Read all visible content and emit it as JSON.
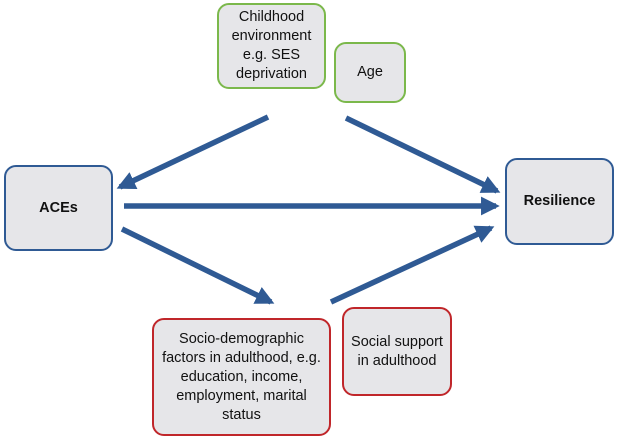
{
  "diagram": {
    "nodes": {
      "aces": "ACEs",
      "resilience": "Resilience",
      "childhood": "Childhood environment e.g. SES deprivation",
      "age": "Age",
      "socio": "Socio-demographic factors in adulthood, e.g. education, income, employment, marital status",
      "social_support": "Social support in adulthood"
    },
    "edges": [
      {
        "from": "childhood-age",
        "to": "aces"
      },
      {
        "from": "childhood-age",
        "to": "resilience"
      },
      {
        "from": "aces",
        "to": "resilience"
      },
      {
        "from": "aces",
        "to": "socio-social"
      },
      {
        "from": "socio-social",
        "to": "resilience"
      }
    ],
    "colors": {
      "arrow": "#2f5a94",
      "box_fill": "#e6e6e9",
      "outcome_border": "#2f5a94",
      "childhood_border": "#7bb84b",
      "adulthood_border": "#c0262a"
    }
  }
}
